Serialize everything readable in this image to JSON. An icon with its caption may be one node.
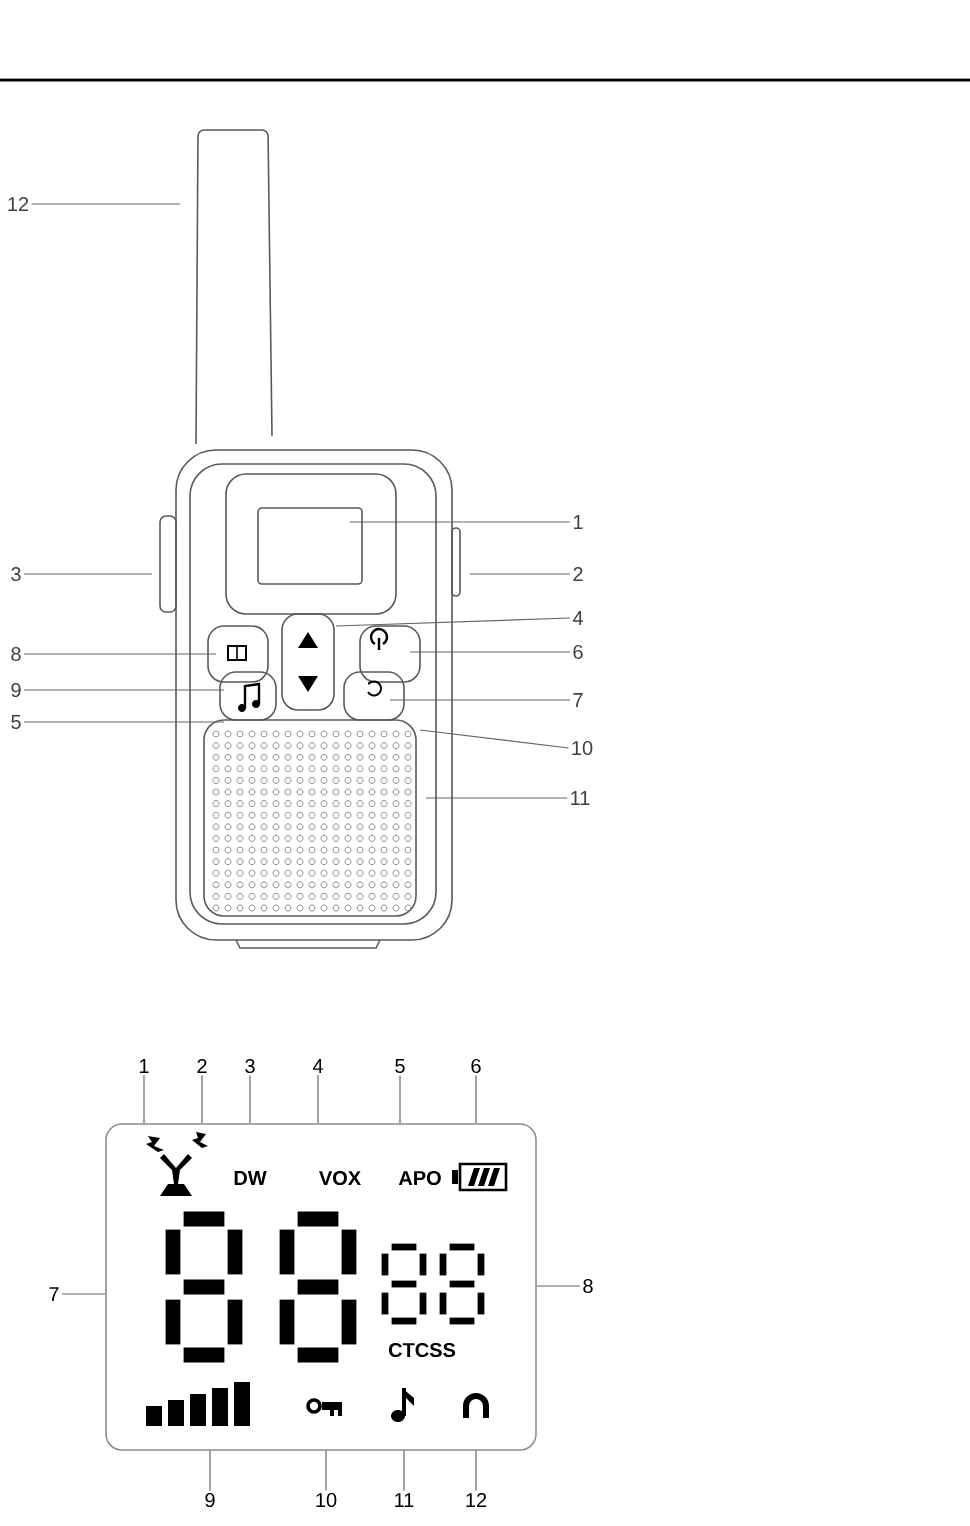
{
  "diagram": {
    "nodes": [
      {
        "text": [
          "12"
        ]
      },
      {
        "text": [
          "1"
        ]
      },
      {
        "text": [
          "3"
        ]
      },
      {
        "text": [
          "2"
        ]
      },
      {
        "text": [
          "4"
        ]
      },
      {
        "text": [
          "8"
        ]
      },
      {
        "text": [
          "6"
        ]
      },
      {
        "text": [
          "9"
        ]
      },
      {
        "text": [
          "7"
        ]
      },
      {
        "text": [
          "5"
        ]
      },
      {
        "text": [
          "10"
        ]
      },
      {
        "text": [
          "11"
        ]
      },
      {
        "text": [
          "1"
        ]
      },
      {
        "text": [
          "2"
        ]
      },
      {
        "text": [
          "3"
        ]
      },
      {
        "text": [
          "4"
        ]
      },
      {
        "text": [
          "5"
        ]
      },
      {
        "text": [
          "6"
        ]
      },
      {
        "text": [
          "7"
        ]
      },
      {
        "text": [
          "8"
        ]
      },
      {
        "text": [
          "9"
        ]
      },
      {
        "text": [
          "10"
        ]
      },
      {
        "text": [
          "11"
        ]
      },
      {
        "text": [
          "12"
        ]
      },
      {
        "text": [],
        "shape": "box"
      }
    ],
    "edges": [
      {
        "from": 0,
        "to": null,
        "arrow": "none"
      },
      {
        "from": 1,
        "to": null,
        "arrow": "none"
      },
      {
        "from": 2,
        "to": null,
        "arrow": "none"
      },
      {
        "from": 3,
        "to": null,
        "arrow": "none"
      },
      {
        "from": 4,
        "to": null,
        "arrow": "none"
      },
      {
        "from": 5,
        "to": null,
        "arrow": "none"
      },
      {
        "from": 6,
        "to": null,
        "arrow": "none"
      },
      {
        "from": 7,
        "to": null,
        "arrow": "none"
      },
      {
        "from": 8,
        "to": null,
        "arrow": "none"
      },
      {
        "from": 9,
        "to": null,
        "arrow": "none"
      },
      {
        "from": 10,
        "to": null,
        "arrow": "none"
      },
      {
        "from": 11,
        "to": null,
        "arrow": "none"
      },
      {
        "from": 12,
        "to": 24,
        "arrow": "none"
      },
      {
        "from": 13,
        "to": 24,
        "arrow": "none"
      },
      {
        "from": 14,
        "to": 24,
        "arrow": "none"
      },
      {
        "from": 15,
        "to": 24,
        "arrow": "none"
      },
      {
        "from": 16,
        "to": 24,
        "arrow": "none"
      },
      {
        "from": 17,
        "to": 24,
        "arrow": "none"
      },
      {
        "from": 18,
        "to": 24,
        "arrow": "none"
      },
      {
        "from": 19,
        "to": 24,
        "arrow": "none"
      },
      {
        "from": 20,
        "to": 24,
        "arrow": "none"
      },
      {
        "from": 21,
        "to": 24,
        "arrow": "none"
      },
      {
        "from": 22,
        "to": 24,
        "arrow": "none"
      },
      {
        "from": 23,
        "to": 24,
        "arrow": "none"
      }
    ],
    "labels": [
      "DW",
      "VOX",
      "APO",
      "CTCSS"
    ]
  }
}
